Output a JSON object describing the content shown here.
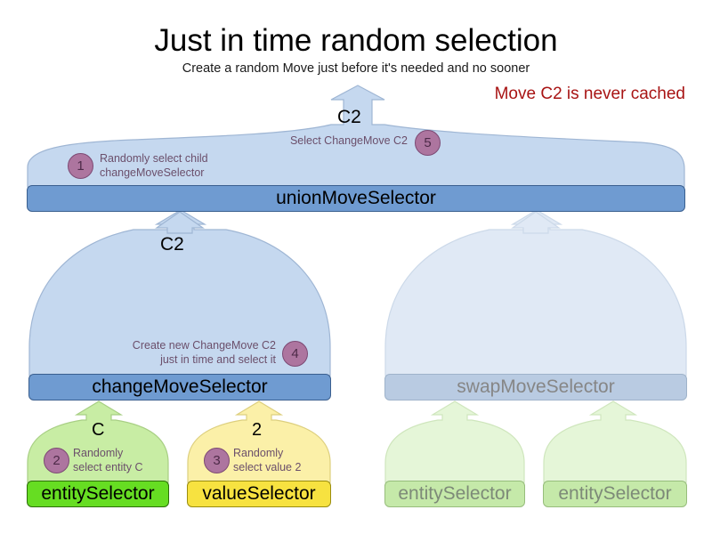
{
  "header": {
    "title": "Just in time random selection",
    "subtitle": "Create a random Move just before it's needed and no sooner",
    "warning": "Move C2 is never cached",
    "warning_color": "#a81414"
  },
  "palette": {
    "canopy_blue": "#c5d8ef",
    "canopy_blue_faded": "#e0e9f5",
    "bar_blue": "#6f9bd1",
    "bar_blue_faded": "#b9cbe2",
    "canopy_green": "#c8eda4",
    "canopy_green_faded": "#e5f6d8",
    "canopy_yellow": "#fbf0a8",
    "box_green": "#66dd22",
    "box_green_faded": "#c5e9a9",
    "box_yellow": "#f7e240",
    "badge_fill": "#ad759f",
    "badge_border": "#7d4a74",
    "note_text": "#6b4f6b"
  },
  "nodes": {
    "union": {
      "label": "unionMoveSelector",
      "active": true
    },
    "change": {
      "label": "changeMoveSelector",
      "active": true
    },
    "swap": {
      "label": "swapMoveSelector",
      "active": false
    },
    "entity_left": {
      "label": "entitySelector",
      "active": true
    },
    "value_left": {
      "label": "valueSelector",
      "active": true
    },
    "entity_right_a": {
      "label": "entitySelector",
      "active": false
    },
    "entity_right_b": {
      "label": "entitySelector",
      "active": false
    }
  },
  "flow_labels": {
    "top_out": "C2",
    "union_to_change": "C2",
    "change_to_union": "C2",
    "entity_out": "C",
    "value_out": "2"
  },
  "annotations": [
    {
      "id": "step-1",
      "number": "1",
      "lines": [
        "Randomly select child",
        "changeMoveSelector"
      ],
      "align": "left"
    },
    {
      "id": "step-5",
      "number": "5",
      "lines": [
        "Select ChangeMove C2"
      ],
      "align": "right"
    },
    {
      "id": "step-4",
      "number": "4",
      "lines": [
        "Create new ChangeMove C2",
        "just in time and select it"
      ],
      "align": "right"
    },
    {
      "id": "step-2",
      "number": "2",
      "lines": [
        "Randomly",
        "select entity C"
      ],
      "align": "left"
    },
    {
      "id": "step-3",
      "number": "3",
      "lines": [
        "Randomly",
        "select value 2"
      ],
      "align": "left"
    }
  ]
}
